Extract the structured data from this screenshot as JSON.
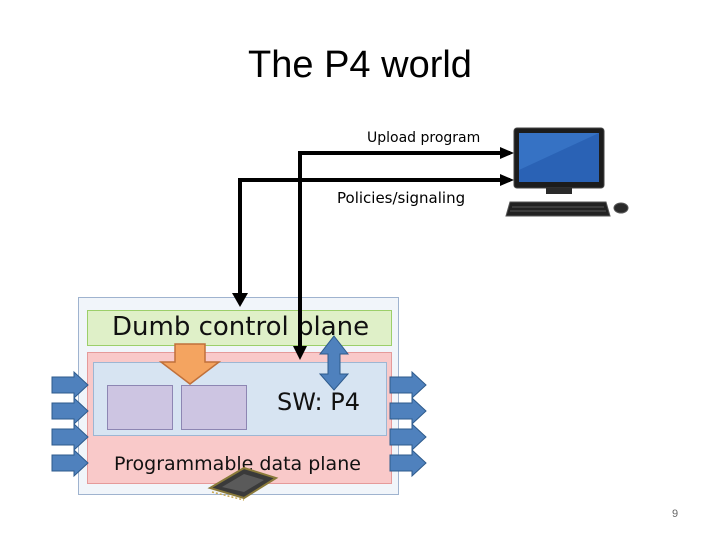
{
  "slide": {
    "title": "The P4 world",
    "page_number": "9"
  },
  "labels": {
    "upload_program": "Upload program",
    "policies_signaling": "Policies/signaling"
  },
  "switch": {
    "control_plane": "Dumb control plane",
    "sw_label": "SW: P4",
    "data_plane": "Programmable data plane"
  },
  "colors": {
    "control_plane_fill": "#dff0c8",
    "data_plane_fill": "#f9c9c9",
    "sw_fill": "#d7e4f2",
    "table_fill": "#cdc5e2",
    "port_arrow_fill": "#4f81bd",
    "down_arrow_fill": "#f4a460"
  },
  "icons": [
    "desktop-computer-icon",
    "keyboard-icon",
    "mouse-icon",
    "chip-icon"
  ]
}
